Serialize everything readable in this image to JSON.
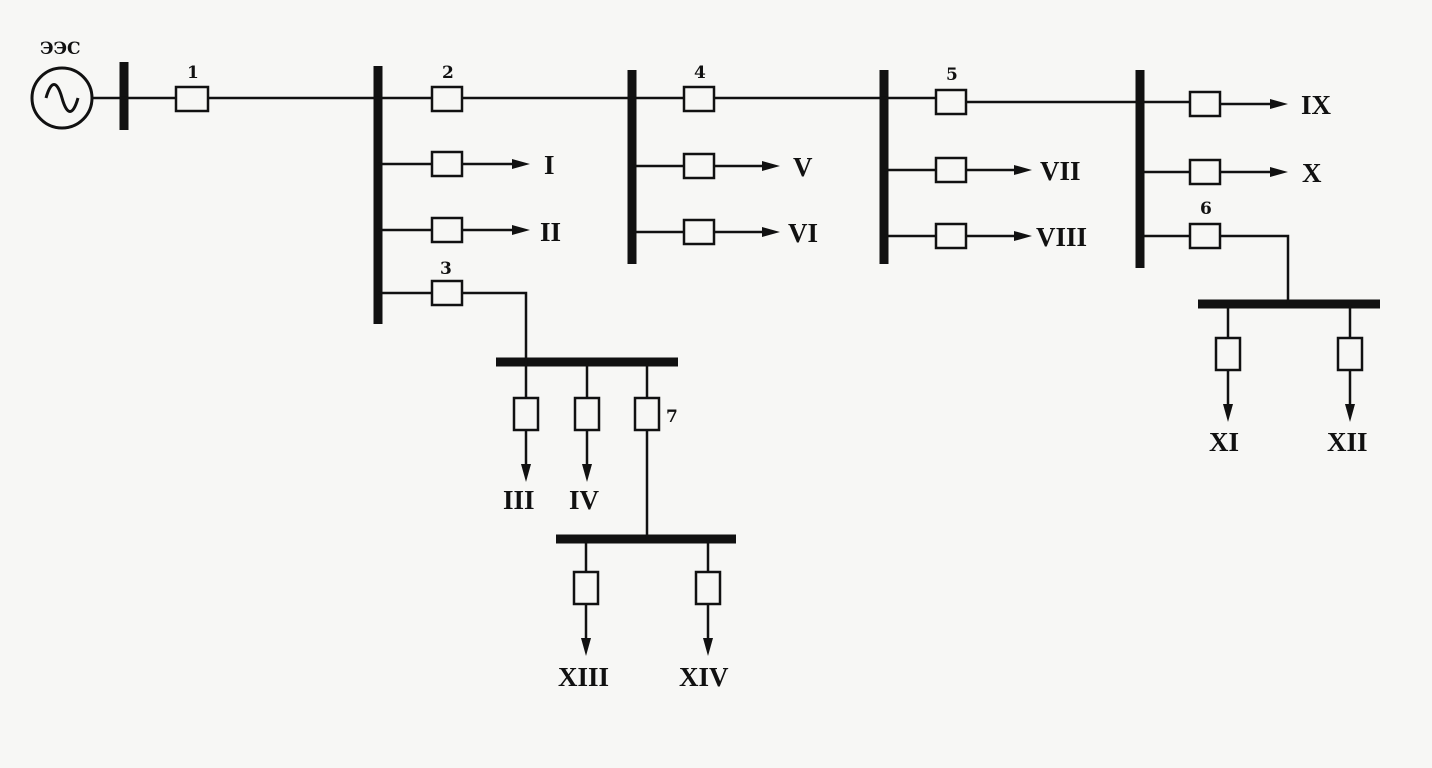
{
  "source": {
    "label": "ЭЭС"
  },
  "breaker_numbers": [
    "1",
    "2",
    "3",
    "4",
    "5",
    "6",
    "7"
  ],
  "feeders": [
    "I",
    "II",
    "III",
    "IV",
    "V",
    "VI",
    "VII",
    "VIII",
    "IX",
    "X",
    "XI",
    "XII",
    "XIII",
    "XIV"
  ]
}
